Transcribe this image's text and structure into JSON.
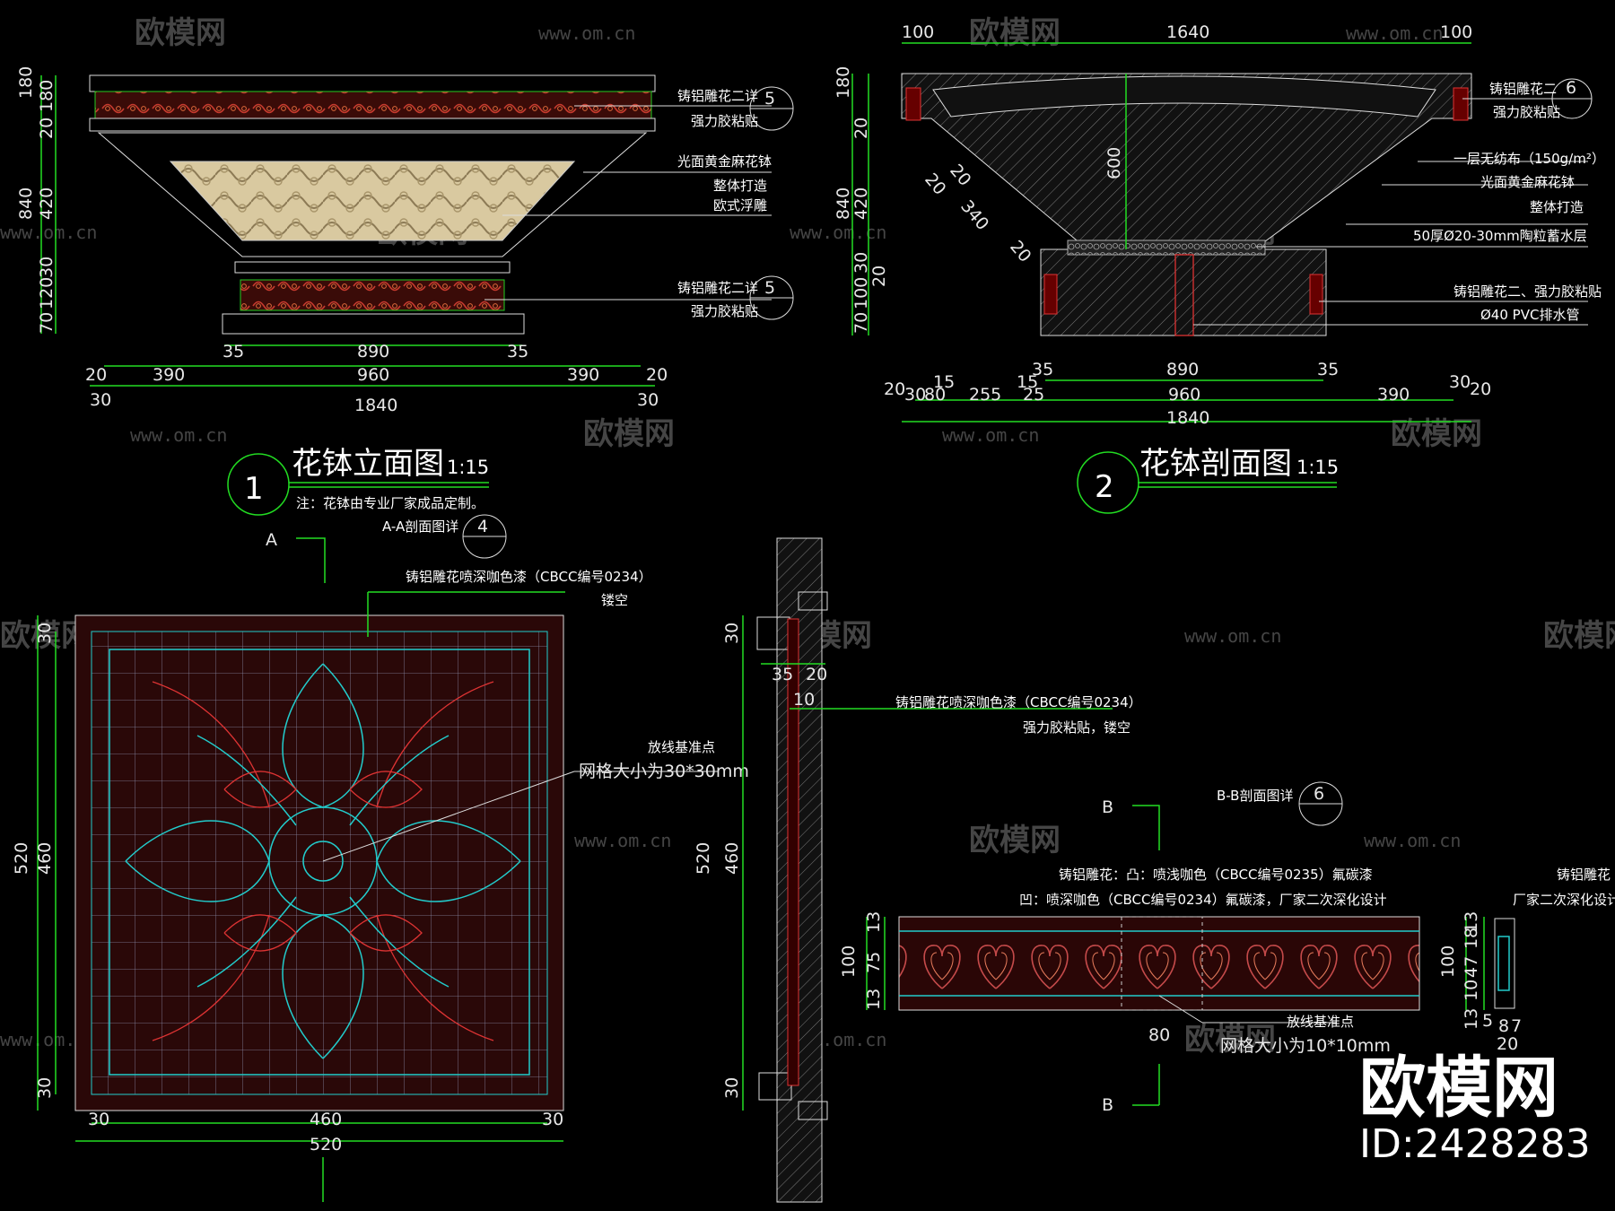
{
  "watermark": {
    "logo": "欧模网",
    "url": "www.om.cn",
    "brand": "欧模网",
    "id_label": "ID:2428283"
  },
  "view1": {
    "number": "1",
    "title": "花钵立面图",
    "scale": "1:15",
    "note": "注：花钵由专业厂家成品定制。",
    "callouts": [
      "铸铝雕花二详",
      "强力胶粘贴",
      "光面黄金麻花钵",
      "整体打造",
      "欧式浮雕",
      "铸铝雕花二详",
      "强力胶粘贴"
    ],
    "ref_top": "5",
    "ref_bottom": "5",
    "dims_left": [
      "180",
      "20",
      "420",
      "840",
      "30",
      "120",
      "70"
    ],
    "dims_bottom": [
      "35",
      "890",
      "35",
      "20",
      "390",
      "960",
      "390",
      "20",
      "30",
      "1840",
      "30"
    ]
  },
  "view2": {
    "number": "2",
    "title": "花钵剖面图",
    "scale": "1:15",
    "callouts": [
      "铸铝雕花二",
      "强力胶粘贴",
      "一层无纺布（150g/m²）",
      "光面黄金麻花钵",
      "整体打造",
      "50厚Ø20-30mm陶粒蓄水层",
      "铸铝雕花二、强力胶粘贴",
      "Ø40 PVC排水管"
    ],
    "ref": "6",
    "dims_top": [
      "100",
      "1640",
      "100"
    ],
    "dims_inner": [
      "600",
      "20",
      "20",
      "340",
      "20"
    ],
    "dims_left": [
      "180",
      "20",
      "420",
      "840",
      "30",
      "100",
      "20",
      "70"
    ],
    "dims_bottom": [
      "15",
      "35",
      "890",
      "35",
      "15",
      "20",
      "30",
      "80",
      "255",
      "25",
      "960",
      "390",
      "30",
      "20",
      "1840"
    ]
  },
  "view3": {
    "section_mark": "A",
    "detail_label": "A-A剖面图详",
    "ref": "4",
    "callouts": [
      "铸铝雕花喷深咖色漆（CBCC编号0234）",
      "镂空",
      "放线基准点",
      "网格大小为30*30mm"
    ],
    "dims_left": [
      "30",
      "520",
      "460",
      "30"
    ],
    "dims_bottom": [
      "30",
      "460",
      "30",
      "520"
    ]
  },
  "view4": {
    "callouts": [
      "铸铝雕花喷深咖色漆（CBCC编号0234）",
      "强力胶粘贴，镂空"
    ],
    "dims": [
      "30",
      "35",
      "20",
      "10",
      "520",
      "460",
      "30"
    ]
  },
  "view5": {
    "section_mark": "B",
    "detail_label": "B-B剖面图详",
    "ref": "6",
    "callouts": [
      "铸铝雕花：凸：喷浅咖色（CBCC编号0235）氟碳漆",
      "凹：喷深咖色（CBCC编号0234）氟碳漆，厂家二次深化设计",
      "铸铝雕花",
      "厂家二次深化设计",
      "放线基准点",
      "网格大小为10*10mm"
    ],
    "dims_left": [
      "13",
      "100",
      "75",
      "13"
    ],
    "dims_right": [
      "13",
      "18",
      "100",
      "47",
      "10",
      "13",
      "5",
      "8",
      "7",
      "20"
    ],
    "dims_bottom": [
      "80"
    ]
  }
}
